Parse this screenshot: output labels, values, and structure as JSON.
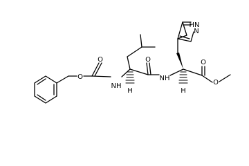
{
  "molecule": {
    "atom_labels": {
      "o_ester": "O",
      "o_carbamate": "O",
      "nh_carbamate": "NH",
      "h_leu_alpha": "H",
      "o_amide": "O",
      "nh_amide": "NH",
      "nh_imidazole": "HN",
      "n_imidazole": "N",
      "h_his_alpha": "H",
      "o_carbonyl_ester": "O",
      "o_methoxy": "O"
    }
  }
}
